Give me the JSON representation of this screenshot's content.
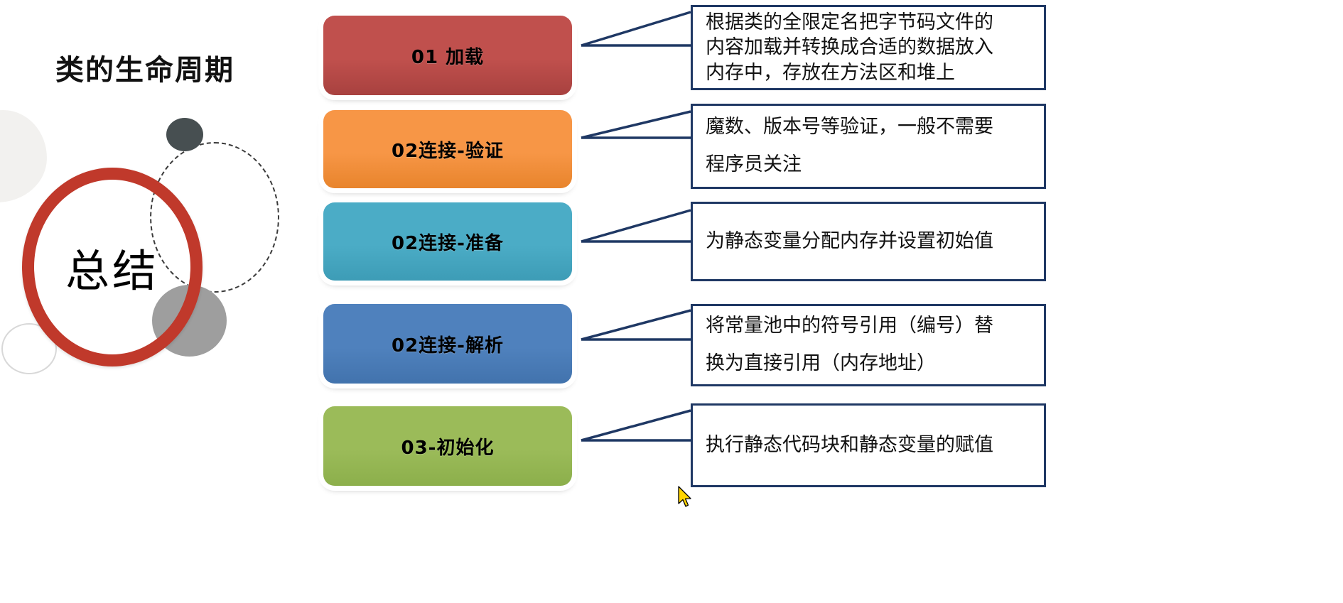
{
  "slide": {
    "title": "类的生命周期",
    "center_badge": "总结",
    "background_color": "#ffffff",
    "accent_red": "#c0392b",
    "callout_border_color": "#1f3864"
  },
  "stages": [
    {
      "label": "01 加载",
      "color": "#c0504d",
      "color_dark": "#a8413f",
      "description_lines": [
        "根据类的全限定名把字节码文件的",
        "内容加载并转换成合适的数据放入",
        "内存中，存放在方法区和堆上"
      ]
    },
    {
      "label": "02连接-验证",
      "color": "#f79646",
      "color_dark": "#e8842c",
      "description_lines": [
        "魔数、版本号等验证，一般不需要",
        "程序员关注"
      ]
    },
    {
      "label": "02连接-准备",
      "color": "#4bacc6",
      "color_dark": "#3d9cb6",
      "description_lines": [
        "为静态变量分配内存并设置初始值"
      ]
    },
    {
      "label": "02连接-解析",
      "color": "#4f81bd",
      "color_dark": "#4273ad",
      "description_lines": [
        "将常量池中的符号引用（编号）替",
        "换为直接引用（内存地址）"
      ]
    },
    {
      "label": "03-初始化",
      "color": "#9bbb59",
      "color_dark": "#8caf4b",
      "description_lines": [
        "执行静态代码块和静态变量的赋值"
      ]
    }
  ],
  "decorations": {
    "blob_light_color": "#f2f1ef",
    "circle_outline_color": "#d8d8d8",
    "circle_dark_color": "#474f51",
    "circle_gray_color": "#9e9e9e",
    "dashed_circle_color": "#3b3b3b"
  },
  "cursor": {
    "icon": "mouse-pointer-icon",
    "color": "#ffd400"
  }
}
